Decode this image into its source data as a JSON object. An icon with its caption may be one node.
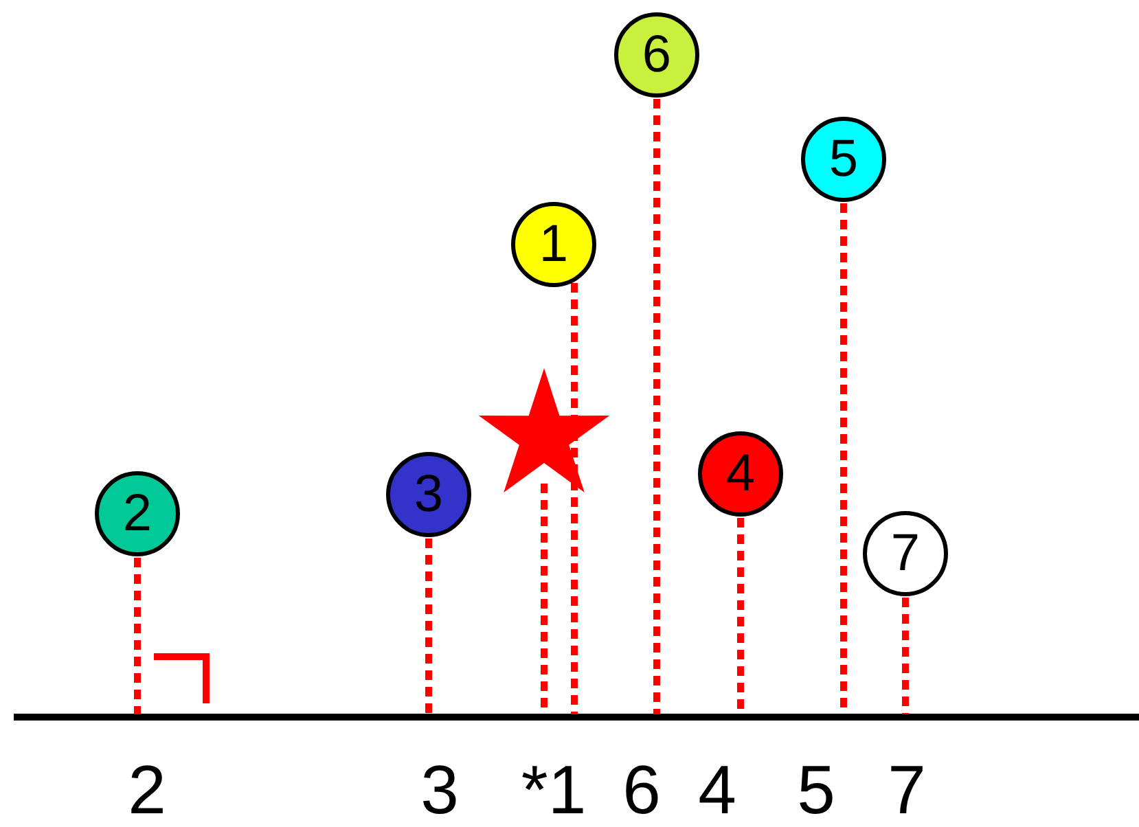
{
  "diagram": {
    "nodes": [
      {
        "text": [
          "6"
        ]
      },
      {
        "text": [
          "5"
        ]
      },
      {
        "text": [
          "1"
        ]
      },
      {
        "text": [],
        "shape": "star"
      },
      {
        "text": [
          "4"
        ]
      },
      {
        "text": [
          "3"
        ]
      },
      {
        "text": [
          "2"
        ]
      },
      {
        "text": [
          "7"
        ]
      }
    ],
    "edges": [
      {
        "from": 0,
        "to": null,
        "arrow": "none",
        "style": "dashed"
      },
      {
        "from": 1,
        "to": null,
        "arrow": "none",
        "style": "dashed"
      },
      {
        "from": 2,
        "to": null,
        "arrow": "none",
        "style": "dashed"
      },
      {
        "from": 3,
        "to": null,
        "arrow": "none",
        "style": "dashed"
      },
      {
        "from": 4,
        "to": null,
        "arrow": "none",
        "style": "dashed"
      },
      {
        "from": 5,
        "to": null,
        "arrow": "none",
        "style": "dashed"
      },
      {
        "from": 6,
        "to": null,
        "arrow": "none",
        "style": "dashed"
      },
      {
        "from": 7,
        "to": null,
        "arrow": "none",
        "style": "dashed"
      }
    ],
    "labels": [
      "2",
      "3",
      "*1",
      "6",
      "4",
      "5",
      "7"
    ]
  }
}
